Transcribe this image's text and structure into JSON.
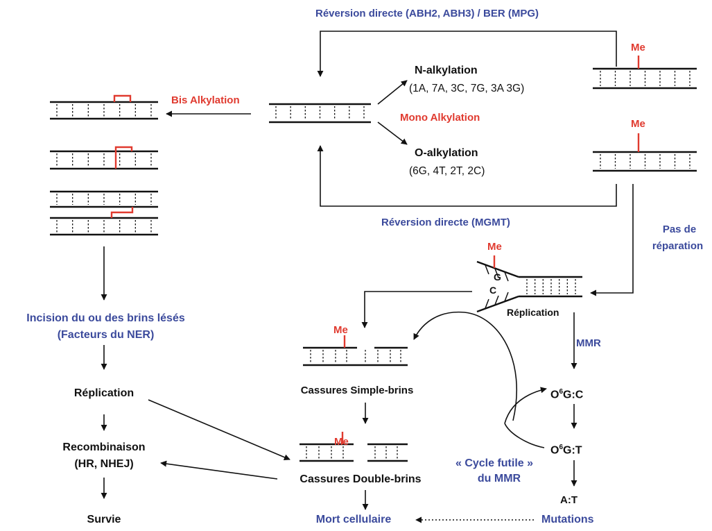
{
  "colors": {
    "blue_text": "#3b4a9c",
    "red_text": "#e03a2f",
    "black": "#111111",
    "methyl_mark": "#e03a2f"
  },
  "labels": {
    "top_reversion": "Réversion directe (ABH2, ABH3) / BER (MPG)",
    "n_alkylation": "N-alkylation",
    "n_alkylation_sites": "(1A, 7A, 3C, 7G, 3A 3G)",
    "mono_alkylation": "Mono Alkylation",
    "o_alkylation": "O-alkylation",
    "o_alkylation_sites": "(6G, 4T, 2T, 2C)",
    "bis_alkylation": "Bis Alkylation",
    "reversion_mgmt": "Réversion directe (MGMT)",
    "pas_de": "Pas de",
    "reparation": "réparation",
    "me": "Me",
    "g": "G",
    "c": "C",
    "replication_fork": "Réplication",
    "mmr": "MMR",
    "o6gc_o": "O",
    "o6gc_sup": "6",
    "o6gc_rest": "G:C",
    "o6gt_o": "O",
    "o6gt_sup": "6",
    "o6gt_rest": "G:T",
    "at": "A:T",
    "mutations": "Mutations",
    "cycle_futile_1": "« Cycle futile »",
    "cycle_futile_2": "du MMR",
    "incision_1": "Incision du ou des brins lésés",
    "incision_2": "(Facteurs du NER)",
    "replication_left": "Réplication",
    "recombinaison_1": "Recombinaison",
    "recombinaison_2": "(HR, NHEJ)",
    "survie": "Survie",
    "cassures_simple": "Cassures Simple-brins",
    "cassures_double": "Cassures Double-brins",
    "mort_cellulaire": "Mort cellulaire"
  }
}
